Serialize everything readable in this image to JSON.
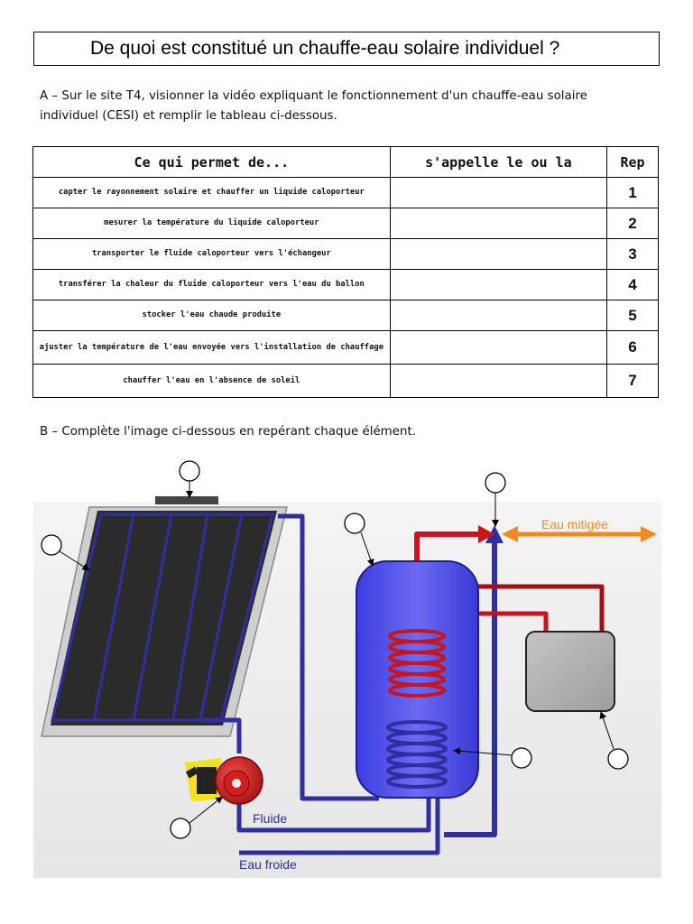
{
  "title": "De quoi est constitué un chauffe-eau solaire individuel ?",
  "section_a": {
    "line1": "A – Sur le site T4, visionner la vidéo expliquant le fonctionnement d'un chauffe-eau solaire",
    "line2": "individuel (CESI) et remplir le tableau ci-dessous."
  },
  "table": {
    "headers": [
      "Ce qui permet de...",
      "s'appelle le ou la",
      "Rep"
    ],
    "rows": [
      {
        "task": "capter le rayonnement solaire et chauffer un liquide caloporteur",
        "answer": "",
        "rep": "1"
      },
      {
        "task": "mesurer la température du liquide caloporteur",
        "answer": "",
        "rep": "2"
      },
      {
        "task": "transporter le fluide caloporteur vers l'échangeur",
        "answer": "",
        "rep": "3"
      },
      {
        "task": "transférer la chaleur du fluide caloporteur vers l'eau du ballon",
        "answer": "",
        "rep": "4"
      },
      {
        "task": "stocker l'eau chaude produite",
        "answer": "",
        "rep": "5"
      },
      {
        "task": "ajuster la température de l'eau envoyée vers l'installation de chauffage",
        "answer": "",
        "rep": "6"
      },
      {
        "task": "chauffer l'eau en l'absence de soleil",
        "answer": "",
        "rep": "7"
      }
    ]
  },
  "section_b": "B – Complète l'image ci-dessous en repérant chaque élément.",
  "diagram": {
    "labels": {
      "mixed_water": "Eau mitigée",
      "fluid": "Fluide",
      "cold_water": "Eau froide"
    },
    "colors": {
      "hot": "#c8141c",
      "cold": "#2f2fa0",
      "tank": "#4a4ae6",
      "mixed": "#f28a1e",
      "panel": "#2b2b2b"
    }
  }
}
